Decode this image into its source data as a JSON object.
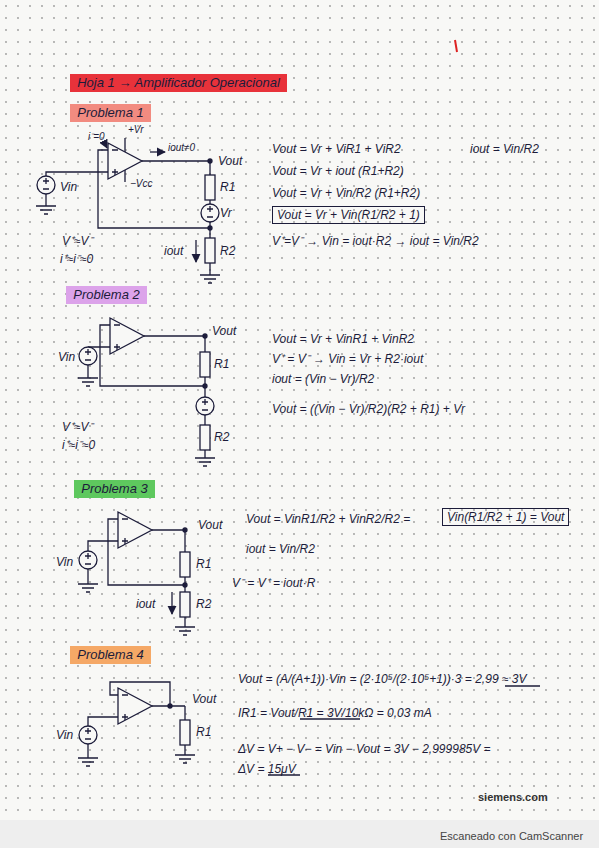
{
  "diagram": {
    "title": "Hoja 1 → Amplificador Operacional",
    "nodes": [
      {
        "text": [
          "Problema 1"
        ]
      },
      {
        "text": [
          "Problema 2"
        ]
      },
      {
        "text": [
          "Problema 3"
        ]
      },
      {
        "text": [
          "Problema 4"
        ]
      }
    ],
    "labels": [
      "i⁻=0",
      "+Vr",
      "iout≠0",
      "−Vcc",
      "Vin",
      "Vout",
      "R1",
      "Vr",
      "iout",
      "R2",
      "V⁺≈V⁻",
      "i⁺≈i⁻≈0",
      "Vout = Vr + ViR1 + ViR2",
      "iout = Vin/R2",
      "Vout = Vr + iout (R1+R2)",
      "Vout = Vr + Vin/R2 (R1+R2)",
      "Vout = Vr + Vin(R1/R2 + 1)",
      "V⁺=V⁻ → Vin = iout·R2 → iout = Vin/R2",
      "Vin",
      "Vout",
      "R1",
      "R2",
      "V⁺≈V⁻",
      "i⁺≈i⁻≈0",
      "Vout = Vr + VinR1 + VinR2",
      "V⁺ = V⁻ → Vin = Vr + R2·iout",
      "iout = (Vin − Vr)/R2",
      "Vout = ((Vin − Vr)/R2)(R2 + R1) + Vr",
      "Vin",
      "Vout",
      "R1",
      "V⁻ = V⁺ = iout·R",
      "iout",
      "R2",
      "Vout = VinR1/R2 + VinR2/R2 =",
      "Vin(R1/R2 + 1) = Vout",
      "iout = Vin/R2",
      "Vin",
      "Vout",
      "R1",
      "Vout = (A/(A+1))·Vin = (2·10⁵/(2·10⁵+1))·3 = 2,99 ≈ 3V",
      "IR1 = Vout/R1 = 3V/10kΩ = 0,03 mA",
      "ΔV = V+ − V− = Vin − Vout = 3V − 2,999985V =",
      "ΔV = 15μV",
      "siemens.com",
      "Escaneado con CamScanner"
    ]
  }
}
